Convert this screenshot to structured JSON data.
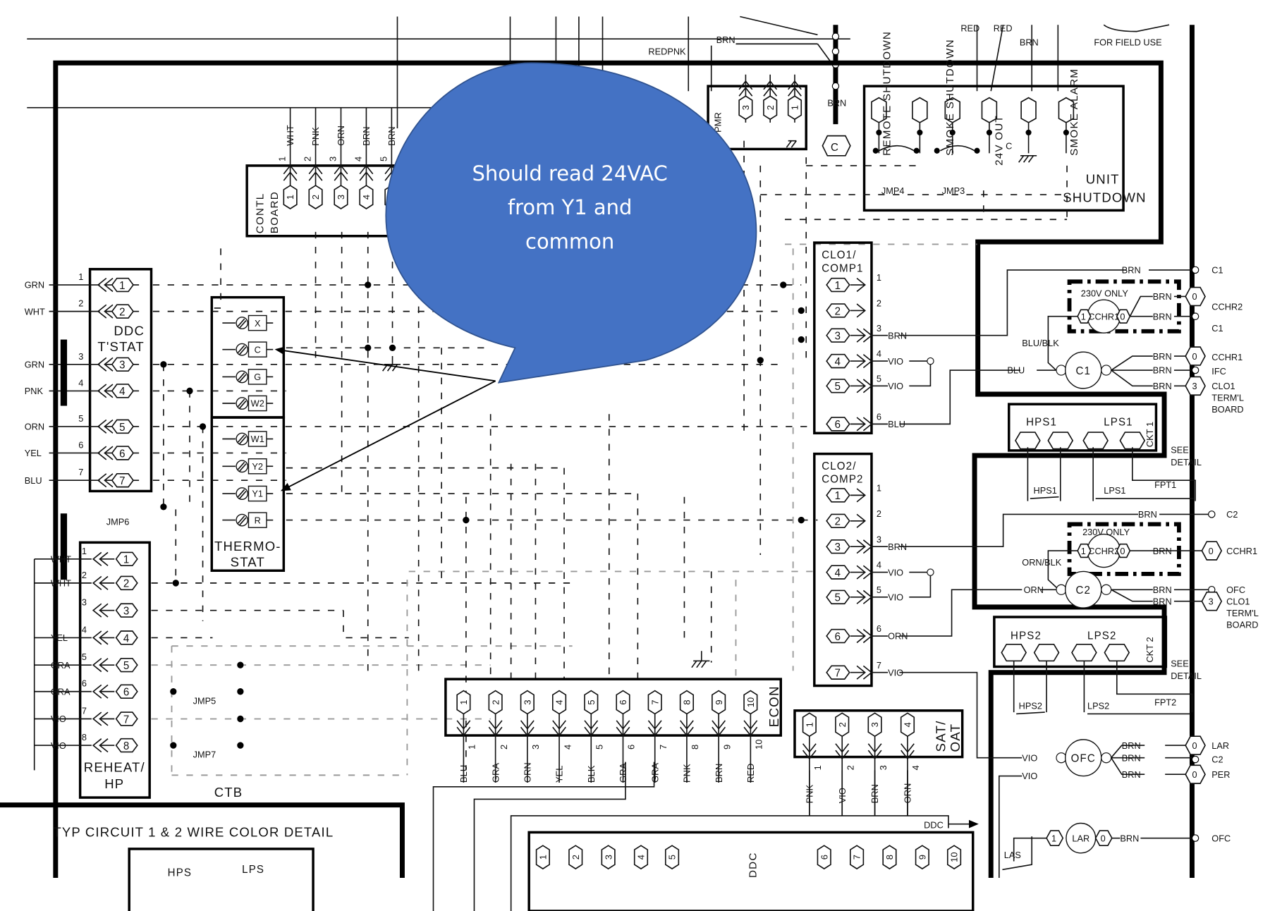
{
  "callout": {
    "lines": [
      "Should read 24VAC",
      "from Y1 and",
      "common"
    ],
    "fill": "#4472c4",
    "arrow_targets": [
      "thermostat-terminal-C",
      "thermostat-terminal-Y1"
    ]
  },
  "top": {
    "redpnk": "REDPNK",
    "brn_top": "BRN",
    "brn_vertical": "BRN",
    "red1": "RED",
    "red2": "RED",
    "brn_24v": "BRN",
    "field_use": "FOR FIELD USE"
  },
  "contl_board": {
    "title": [
      "CONTL",
      "BOARD"
    ],
    "pins": [
      {
        "num": "1",
        "wire": "WHT"
      },
      {
        "num": "2",
        "wire": "PNK"
      },
      {
        "num": "3",
        "wire": "ORN"
      },
      {
        "num": "4",
        "wire": "BRN"
      },
      {
        "num": "5",
        "wire": "BRN"
      }
    ]
  },
  "pmr": {
    "title": "PMR",
    "pins": [
      "3",
      "2",
      "1"
    ],
    "common": "C"
  },
  "unit_shutdown": {
    "title": [
      "UNIT",
      "SHUTDOWN"
    ],
    "labels": [
      "REMOTE SHUTDOWN",
      "SMOKE SHUTDOWN",
      "24V OUT",
      "SMOKE ALARM"
    ],
    "jumpers": [
      "JMP4",
      "JMP3"
    ],
    "common": "C"
  },
  "ddc_tstat": {
    "title": [
      "DDC",
      "T'STAT"
    ],
    "pins": [
      {
        "num": "1",
        "wire": "GRN"
      },
      {
        "num": "2",
        "wire": "WHT"
      },
      {
        "num": "3",
        "wire": "GRN"
      },
      {
        "num": "4",
        "wire": "PNK"
      },
      {
        "num": "5",
        "wire": "ORN"
      },
      {
        "num": "6",
        "wire": "YEL"
      },
      {
        "num": "7",
        "wire": "BLU"
      }
    ],
    "jumper": "JMP6"
  },
  "thermostat": {
    "title": [
      "THERMO-",
      "STAT"
    ],
    "terminals": [
      "X",
      "C",
      "G",
      "W2",
      "W1",
      "Y2",
      "Y1",
      "R"
    ]
  },
  "reheat_hp": {
    "title": [
      "REHEAT/",
      "HP"
    ],
    "pins": [
      {
        "num": "1",
        "wire": "WHT"
      },
      {
        "num": "2",
        "wire": "WHT"
      },
      {
        "num": "3",
        "wire": ""
      },
      {
        "num": "4",
        "wire": "YEL"
      },
      {
        "num": "5",
        "wire": "GRA"
      },
      {
        "num": "6",
        "wire": "GRA"
      },
      {
        "num": "7",
        "wire": "VIO"
      },
      {
        "num": "8",
        "wire": "VIO"
      }
    ],
    "jumpers": [
      "JMP5",
      "JMP7"
    ],
    "ctb": "CTB"
  },
  "econ": {
    "title": "ECON",
    "pins": [
      {
        "num": "1",
        "wire": "BLU"
      },
      {
        "num": "2",
        "wire": "GRA"
      },
      {
        "num": "3",
        "wire": "ORN"
      },
      {
        "num": "4",
        "wire": "YEL"
      },
      {
        "num": "5",
        "wire": "BLK"
      },
      {
        "num": "6",
        "wire": "GRA"
      },
      {
        "num": "7",
        "wire": "GRA"
      },
      {
        "num": "8",
        "wire": "PNK"
      },
      {
        "num": "9",
        "wire": "BRN"
      },
      {
        "num": "10",
        "wire": "RED"
      }
    ]
  },
  "sat_oat": {
    "title": [
      "SAT/",
      "OAT"
    ],
    "pins": [
      {
        "num": "1",
        "wire": "PNK"
      },
      {
        "num": "2",
        "wire": "VIO"
      },
      {
        "num": "3",
        "wire": "BRN"
      },
      {
        "num": "4",
        "wire": "ORN"
      }
    ]
  },
  "ddc_bottom": {
    "title": "DDC",
    "arrow_label": "DDC",
    "pins": [
      "1",
      "2",
      "3",
      "4",
      "5",
      "6",
      "7",
      "8",
      "9",
      "10"
    ]
  },
  "clo1": {
    "title": [
      "CLO1/",
      "COMP1"
    ],
    "pins": [
      {
        "num": "1",
        "wire": ""
      },
      {
        "num": "2",
        "wire": ""
      },
      {
        "num": "3",
        "wire": "BRN"
      },
      {
        "num": "4",
        "wire": "VIO"
      },
      {
        "num": "5",
        "wire": "VIO"
      },
      {
        "num": "6",
        "wire": "BLU"
      }
    ]
  },
  "clo2": {
    "title": [
      "CLO2/",
      "COMP2"
    ],
    "pins": [
      {
        "num": "1",
        "wire": ""
      },
      {
        "num": "2",
        "wire": ""
      },
      {
        "num": "3",
        "wire": "BRN"
      },
      {
        "num": "4",
        "wire": "VIO"
      },
      {
        "num": "5",
        "wire": "VIO"
      },
      {
        "num": "6",
        "wire": "ORN"
      },
      {
        "num": "7",
        "wire": "VIO"
      }
    ]
  },
  "circuit1": {
    "brn_top": "BRN",
    "only230": "230V ONLY",
    "cchr": "CCHR1",
    "cchr_pins": [
      "1",
      "0"
    ],
    "blu_blk": "BLU/BLK",
    "blu": "BLU",
    "contactor": "C1",
    "brn_wires": [
      "BRN",
      "BRN",
      "BRN",
      "BRN",
      "BRN"
    ],
    "right_labels": [
      "C1",
      "CCHR2",
      "C1",
      "CCHR1",
      "IFC",
      "CLO1",
      "TERM'L",
      "BOARD"
    ],
    "right_pins": [
      "0",
      "0",
      "3"
    ],
    "ckt": "CKT 1",
    "hps": "HPS1",
    "lps": "LPS1",
    "fpt": "FPT1",
    "see_detail": [
      "SEE",
      "DETAIL"
    ]
  },
  "circuit2": {
    "brn_top": "BRN",
    "only230": "230V ONLY",
    "cchr": "CCHR2",
    "cchr_pins": [
      "1",
      "0"
    ],
    "orn_blk": "ORN/BLK",
    "orn": "ORN",
    "contactor": "C2",
    "right_labels": [
      "C2",
      "CCHR1",
      "OFC",
      "CLO1",
      "TERM'L",
      "BOARD"
    ],
    "right_pins": [
      "0",
      "3"
    ],
    "ckt": "CKT 2",
    "hps": "HPS2",
    "lps": "LPS2",
    "fpt": "FPT2",
    "see_detail": [
      "SEE",
      "DETAIL"
    ]
  },
  "ofc": {
    "motor": "OFC",
    "wires_in": [
      "VIO",
      "VIO"
    ],
    "wires_out": [
      "BRN",
      "BRN",
      "BRN"
    ],
    "right_labels": [
      "LAR",
      "C2",
      "PER"
    ],
    "right_pins": [
      "0",
      "0"
    ]
  },
  "lar": {
    "motor": "LAR",
    "pins": [
      "1",
      "0"
    ],
    "wire": "BRN",
    "right_label": "OFC",
    "las": "LAS"
  },
  "detail": {
    "title": "TYP CIRCUIT 1 & 2 WIRE COLOR DETAIL",
    "hps": "HPS",
    "lps": "LPS"
  }
}
